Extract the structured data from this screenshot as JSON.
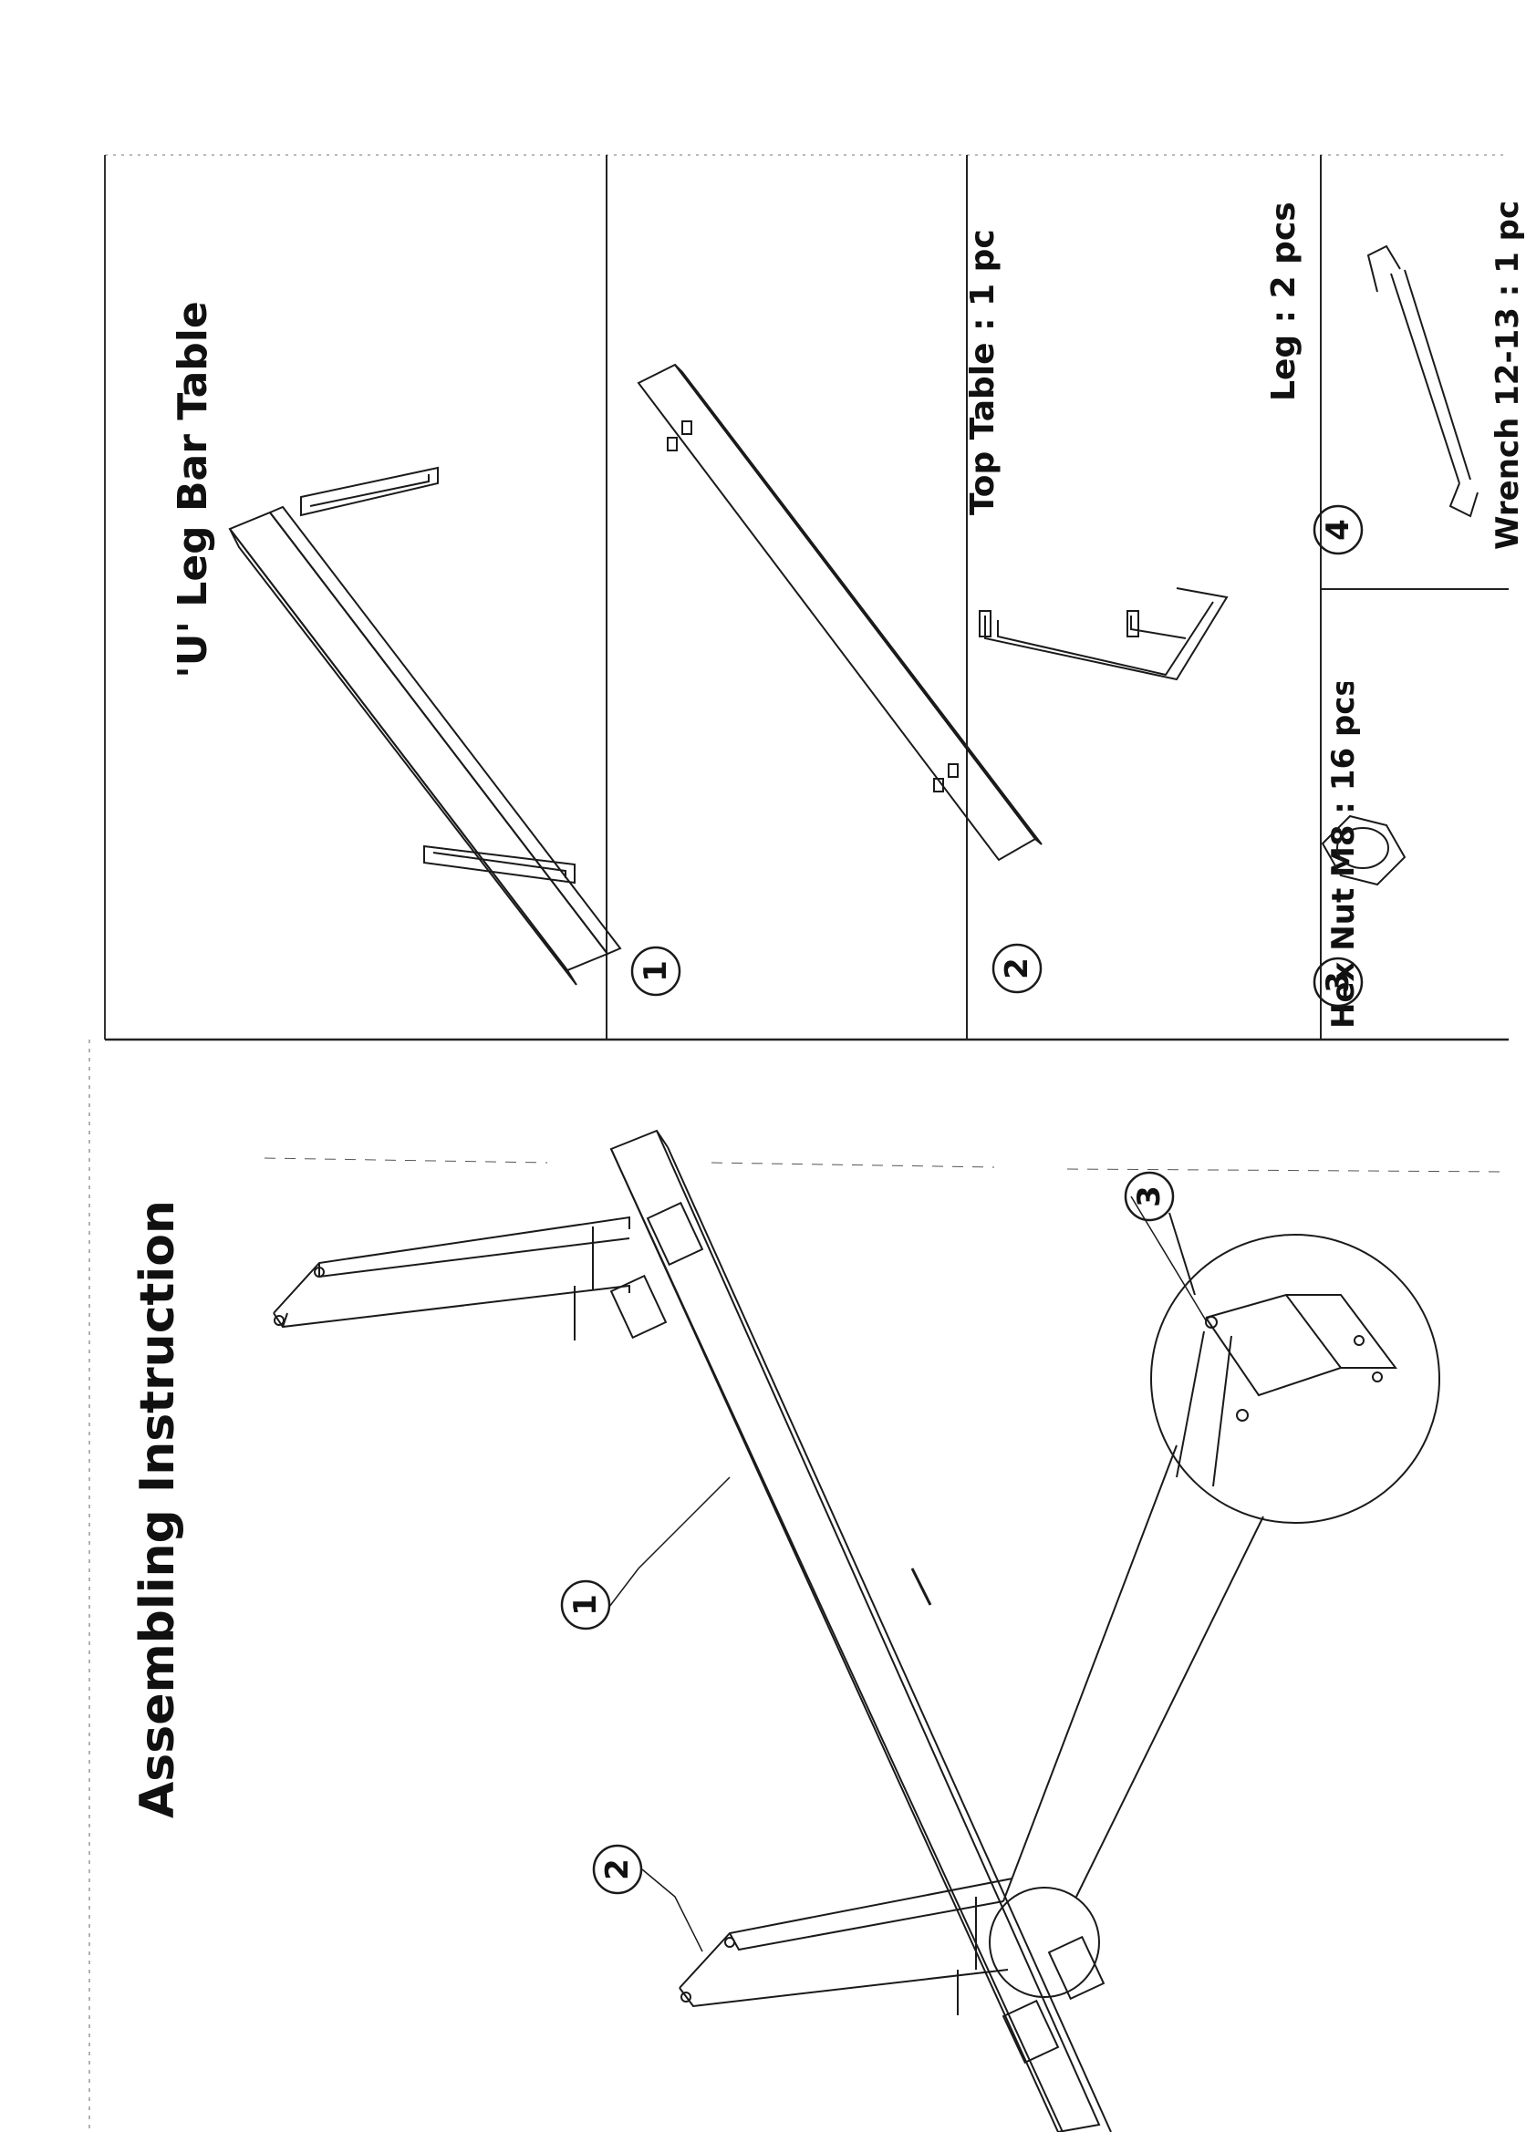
{
  "instruction_title": "Assembling Instruction",
  "product_title": "'U' Leg Bar Table",
  "parts": [
    {
      "number": "1",
      "label": "Top Table : 1 pc"
    },
    {
      "number": "2",
      "label": "Leg : 2 pcs"
    },
    {
      "number": "3",
      "label": "Hex Nut M8 : 16 pcs"
    },
    {
      "number": "4",
      "label": "Wrench 12-13 : 1 pc"
    }
  ],
  "callouts": [
    "1",
    "2",
    "3"
  ]
}
